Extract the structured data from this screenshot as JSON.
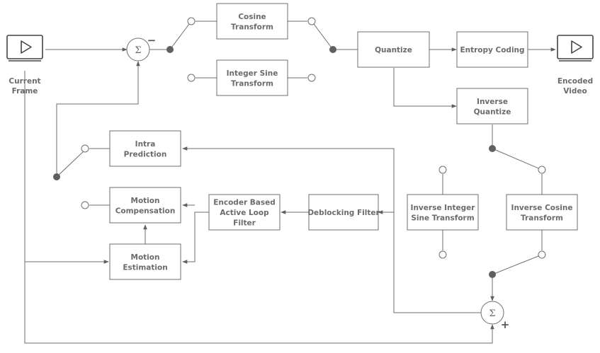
{
  "io": {
    "input_label": [
      "Current",
      "Frame"
    ],
    "output_label": [
      "Encoded",
      "Video"
    ],
    "play_icon": "play-icon"
  },
  "blocks": {
    "cosine_transform": [
      "Cosine",
      "Transform"
    ],
    "integer_sine_transform": [
      "Integer Sine",
      "Transform"
    ],
    "quantize": [
      "Quantize"
    ],
    "entropy_coding": [
      "Entropy Coding"
    ],
    "inverse_quantize": [
      "Inverse",
      "Quantize"
    ],
    "intra_prediction": [
      "Intra",
      "Prediction"
    ],
    "motion_compensation": [
      "Motion",
      "Compensation"
    ],
    "motion_estimation": [
      "Motion",
      "Estimation"
    ],
    "loop_filter": [
      "Encoder Based",
      "Active Loop",
      "Filter"
    ],
    "deblocking_filter": [
      "Deblocking Filter"
    ],
    "inverse_integer_sine_transform": [
      "Inverse Integer",
      "Sine Transform"
    ],
    "inverse_cosine_transform": [
      "Inverse Cosine",
      "Transform"
    ]
  },
  "summers": {
    "symbol": "Σ",
    "top_sign": "−",
    "bottom_sign": "+"
  }
}
